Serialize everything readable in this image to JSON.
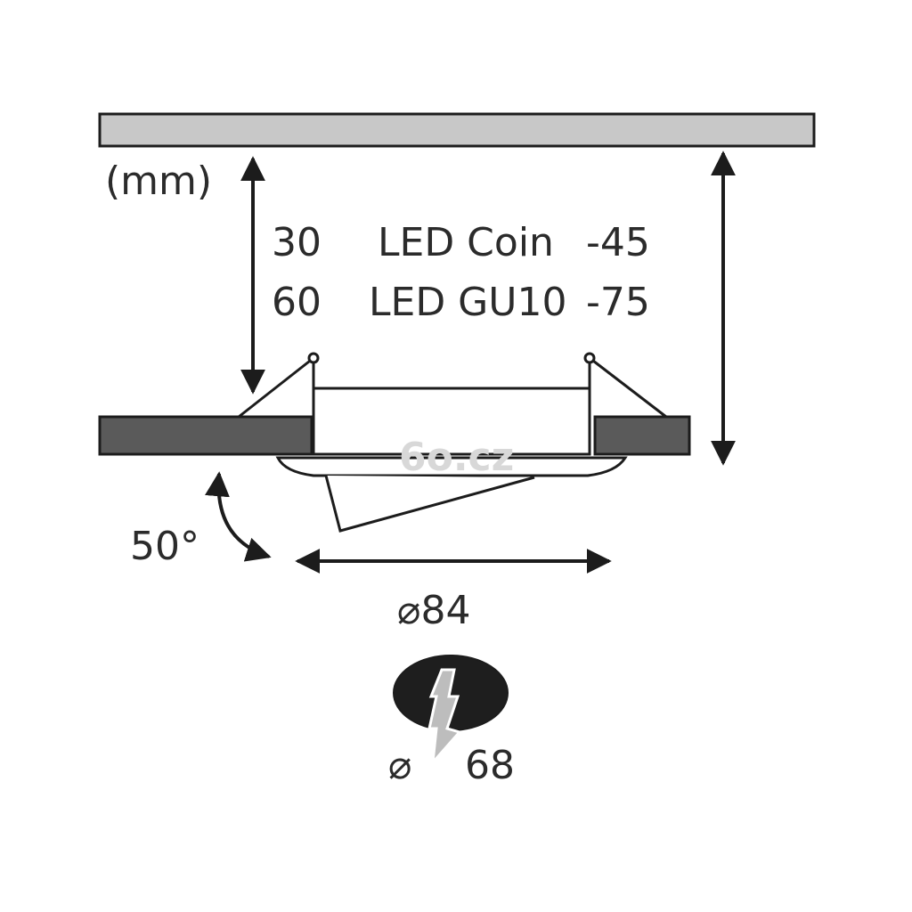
{
  "unit_label": "(mm)",
  "table": {
    "rows": [
      {
        "depth": "30",
        "type": "LED Coin",
        "range": "-45"
      },
      {
        "depth": "60",
        "type": "LED GU10",
        "range": "-75"
      }
    ]
  },
  "tilt_label": "50°",
  "outer_diameter_label": "⌀84",
  "cutout": {
    "symbol": "⌀",
    "value": "68"
  },
  "watermark": "6o.cz",
  "colors": {
    "ceiling_bar": "#c8c8c8",
    "panel": "#5a5a5a",
    "line": "#1c1c1c",
    "cutout_fill": "#1e1e1e",
    "bolt_fill": "#bdbdbd"
  }
}
